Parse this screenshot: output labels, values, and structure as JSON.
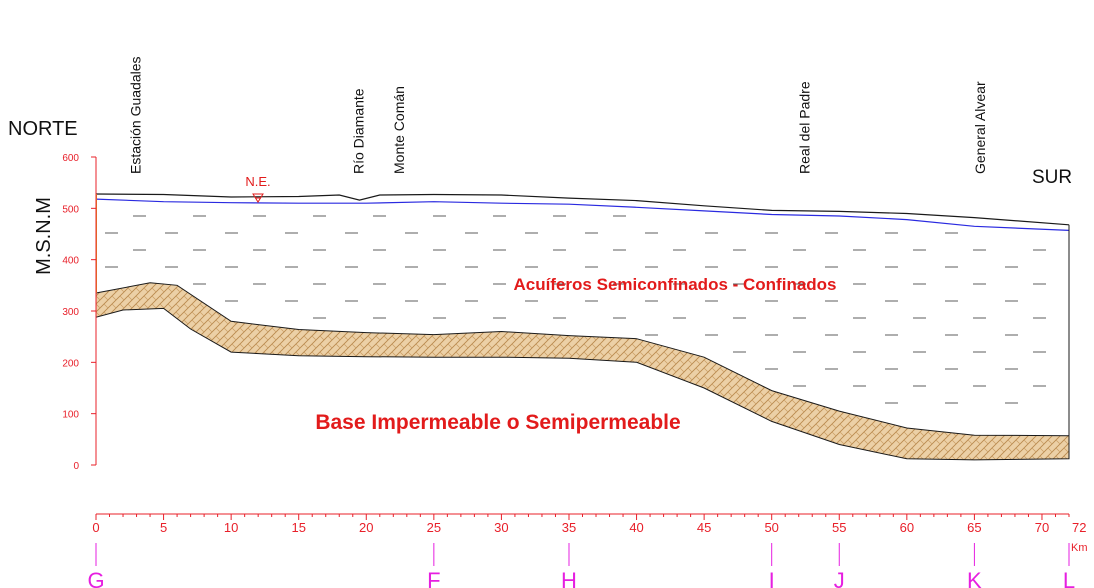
{
  "labels": {
    "north": "NORTE",
    "south": "SUR",
    "ylabel": "M.S.N.M",
    "water_level": "N.E.",
    "aquifer": "Acuíferos Semiconfinados - Confinados",
    "base": "Base Impermeable o Semipermeable",
    "km_unit": "Km"
  },
  "places": [
    {
      "name": "Estación Guadales",
      "km": 3
    },
    {
      "name": "Río Diamante",
      "km": 19.5
    },
    {
      "name": "Monte Comán",
      "km": 22.5
    },
    {
      "name": "Real del Padre",
      "km": 52.5
    },
    {
      "name": "General Alvear",
      "km": 65.5
    }
  ],
  "y_axis": {
    "ticks": [
      "600",
      "500",
      "400",
      "300",
      "200",
      "100",
      "0"
    ],
    "min": 0,
    "max": 600
  },
  "x_axis": {
    "ticks": [
      "0",
      "5",
      "10",
      "15",
      "20",
      "25",
      "30",
      "35",
      "40",
      "45",
      "50",
      "55",
      "60",
      "65",
      "70",
      "72"
    ],
    "max": 72
  },
  "profile_points": [
    {
      "name": "G",
      "km": 0
    },
    {
      "name": "F",
      "km": 25
    },
    {
      "name": "H",
      "km": 35
    },
    {
      "name": "I",
      "km": 50
    },
    {
      "name": "J",
      "km": 55
    },
    {
      "name": "K",
      "km": 65
    },
    {
      "name": "L",
      "km": 72
    }
  ],
  "chart_data": {
    "type": "line",
    "xlabel": "Km",
    "ylabel": "M.S.N.M",
    "xlim": [
      0,
      72
    ],
    "ylim": [
      0,
      600
    ],
    "series": [
      {
        "name": "Terreno",
        "x": [
          0,
          5,
          10,
          15,
          18,
          19.5,
          21,
          25,
          30,
          35,
          40,
          45,
          50,
          55,
          60,
          65,
          72
        ],
        "y": [
          528,
          527,
          522,
          523,
          526,
          516,
          526,
          527,
          526,
          520,
          515,
          505,
          496,
          494,
          490,
          482,
          468
        ]
      },
      {
        "name": "N.E.",
        "x": [
          0,
          5,
          10,
          15,
          20,
          25,
          30,
          35,
          40,
          45,
          50,
          55,
          60,
          65,
          72
        ],
        "y": [
          518,
          513,
          511,
          510,
          510,
          513,
          510,
          508,
          502,
          495,
          488,
          485,
          478,
          465,
          457
        ]
      },
      {
        "name": "Base techo",
        "x": [
          0,
          4,
          6,
          10,
          15,
          20,
          25,
          30,
          35,
          40,
          45,
          50,
          55,
          60,
          65,
          72
        ],
        "y": [
          335,
          355,
          350,
          280,
          264,
          258,
          254,
          260,
          252,
          246,
          210,
          145,
          105,
          72,
          58,
          57
        ]
      },
      {
        "name": "Base piso",
        "x": [
          0,
          2,
          5,
          7,
          10,
          15,
          20,
          25,
          30,
          35,
          40,
          45,
          50,
          55,
          60,
          65,
          72
        ],
        "y": [
          288,
          302,
          305,
          265,
          220,
          213,
          211,
          210,
          210,
          208,
          200,
          150,
          85,
          40,
          12,
          10,
          12
        ]
      }
    ]
  },
  "colors": {
    "axis": "#e8202a",
    "label_red": "#e21b1b",
    "profile_letters": "#e61fe0",
    "water_line": "#2a2ae0",
    "base_fill": "#e9c89a",
    "base_hatch": "#b7864a"
  }
}
